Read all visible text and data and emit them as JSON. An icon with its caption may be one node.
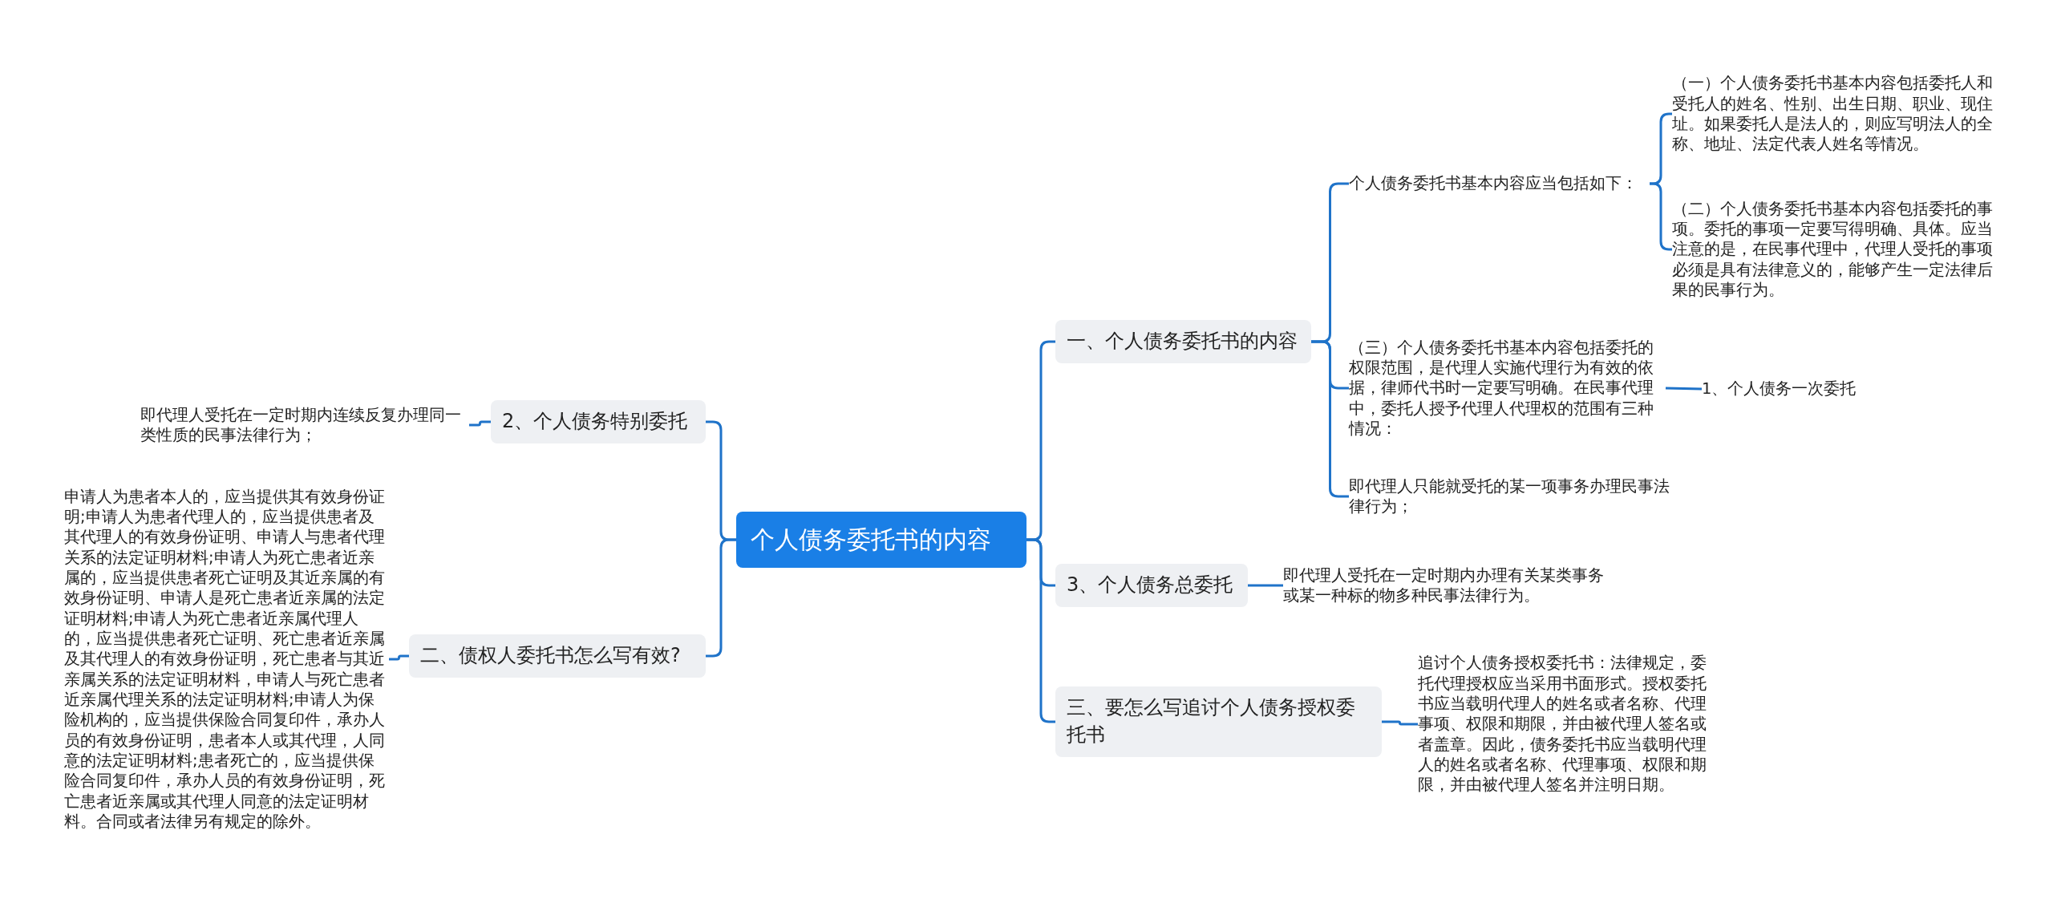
{
  "diagram": {
    "nodes": [
      {
        "text": [
          "个人债务委托书的内容"
        ]
      },
      {
        "text": [
          "一、个人债务委托书的内容"
        ]
      },
      {
        "text": [
          "个人债务委托书基本内容应当包括如下："
        ]
      },
      {
        "text": [
          "（一）个人债务委托书基本内容包括委托人和受托人的姓名、性别、出生日期、职业、现住址。如果委托人是法人的，则应写明法人的全称、地址、法定代表人姓名等情况。"
        ]
      },
      {
        "text": [
          "（二）个人债务委托书基本内容包括委托的事项。委托的事项一定要写得明确、具体。应当注意的是，在民事代理中，代理人受托的事项必须是具有法律意义的，能够产生一定法律后果的民事行为。"
        ]
      },
      {
        "text": [
          "（三）个人债务委托书基本内容包括委托的权限范围，是代理人实施代理行为有效的依据，律师代书时一定要写明确。在民事代理中，委托人授予代理人代理权的范围有三种情况："
        ]
      },
      {
        "text": [
          "1、个人债务一次委托"
        ]
      },
      {
        "text": [
          "即代理人只能就受托的某一项事务办理民事法律行为；"
        ]
      },
      {
        "text": [
          "3、个人债务总委托"
        ]
      },
      {
        "text": [
          "即代理人受托在一定时期内办理有关某类事务或某一种标的物多种民事法律行为。"
        ]
      },
      {
        "text": [
          "三、要怎么写追讨个人债务授权委托书"
        ]
      },
      {
        "text": [
          "追讨个人债务授权委托书：法律规定，委托代理授权应当采用书面形式。授权委托书应当载明代理人的姓名或者名称、代理事项、权限和期限，并由被代理人签名或者盖章。因此，债务委托书应当载明代理人的姓名或者名称、代理事项、权限和期限，并由被代理人签名并注明日期。"
        ]
      },
      {
        "text": [
          "2、个人债务特别委托"
        ]
      },
      {
        "text": [
          "即代理人受托在一定时期内连续反复办理同一类性质的民事法律行为；"
        ]
      },
      {
        "text": [
          "二、债权人委托书怎么写有效?"
        ]
      },
      {
        "text": [
          "申请人为患者本人的，应当提供其有效身份证明;申请人为患者代理人的，应当提供患者及其代理人的有效身份证明、申请人与患者代理关系的法定证明材料;申请人为死亡患者近亲属的，应当提供患者死亡证明及其近亲属的有效身份证明、申请人是死亡患者近亲属的法定证明材料;申请人为死亡患者近亲属代理人的，应当提供患者死亡证明、死亡患者近亲属及其代理人的有效身份证明，死亡患者与其近亲属关系的法定证明材料，申请人与死亡患者近亲属代理关系的法定证明材料;申请人为保险机构的，应当提供保险合同复印件，承办人员的有效身份证明，患者本人或其代理，人同意的法定证明材料;患者死亡的，应当提供保险合同复印件，承办人员的有效身份证明，死亡患者近亲属或其代理人同意的法定证明材料。合同或者法律另有规定的除外。"
        ]
      }
    ],
    "edges": [
      {
        "from": 0,
        "to": 1,
        "arrow": "none"
      },
      {
        "from": 1,
        "to": 2,
        "arrow": "none"
      },
      {
        "from": 2,
        "to": 3,
        "arrow": "none"
      },
      {
        "from": 2,
        "to": 4,
        "arrow": "none"
      },
      {
        "from": 1,
        "to": 5,
        "arrow": "none"
      },
      {
        "from": 5,
        "to": 6,
        "arrow": "none"
      },
      {
        "from": 1,
        "to": 7,
        "arrow": "none"
      },
      {
        "from": 0,
        "to": 8,
        "arrow": "none"
      },
      {
        "from": 8,
        "to": 9,
        "arrow": "none"
      },
      {
        "from": 0,
        "to": 10,
        "arrow": "none"
      },
      {
        "from": 10,
        "to": 11,
        "arrow": "none"
      },
      {
        "from": 0,
        "to": 12,
        "arrow": "none"
      },
      {
        "from": 12,
        "to": 13,
        "arrow": "none"
      },
      {
        "from": 0,
        "to": 14,
        "arrow": "none"
      },
      {
        "from": 14,
        "to": 15,
        "arrow": "none"
      }
    ]
  }
}
